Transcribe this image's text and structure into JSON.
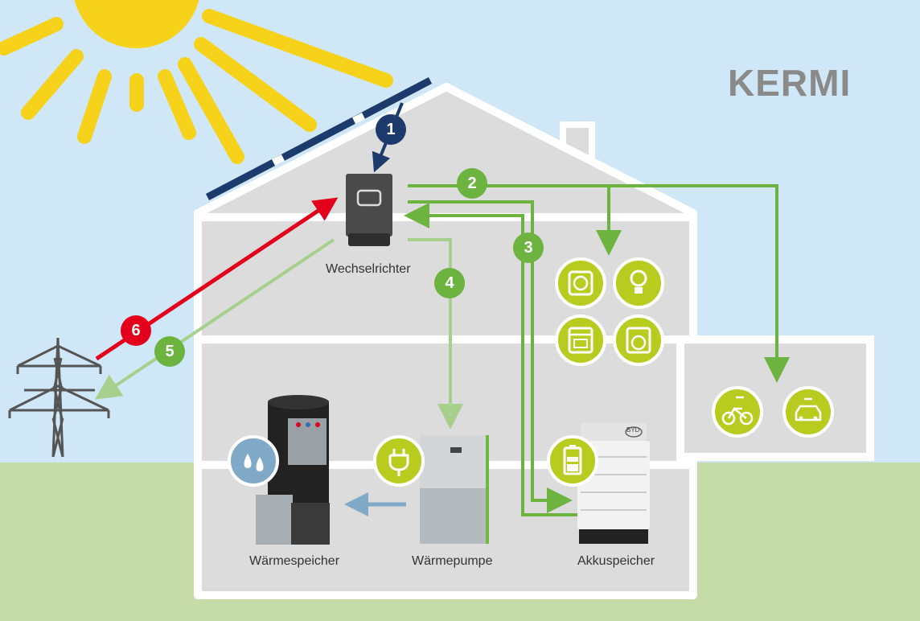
{
  "brand": {
    "name": "KERMI"
  },
  "labels": {
    "inverter": "Wechselrichter",
    "heat_storage": "Wärmespeicher",
    "heat_pump": "Wärmepumpe",
    "battery": "Akkuspeicher",
    "battery_brand": "BYD"
  },
  "steps": [
    "1",
    "2",
    "3",
    "4",
    "5",
    "6"
  ],
  "colors": {
    "sky": "#cfe7f6",
    "grass": "#c6dca8",
    "house": "#dcdcdc",
    "wall": "#ffffff",
    "sun": "#f7d21a",
    "panel": "#1c3a6b",
    "flow_green": "#6cb33f",
    "flow_light_green": "#a8d08d",
    "flow_red": "#e2001a",
    "flow_blue": "#1c3a6b",
    "flow_water": "#7fa9c6",
    "icon_bg": "#b8cc1f"
  },
  "icons": [
    "socket-icon",
    "light-bulb-icon",
    "oven-icon",
    "washing-machine-icon",
    "e-bike-icon",
    "electric-car-icon",
    "water-drops-icon",
    "plug-icon",
    "battery-icon",
    "power-pylon-icon",
    "sun-icon",
    "solar-panel-icon"
  ]
}
